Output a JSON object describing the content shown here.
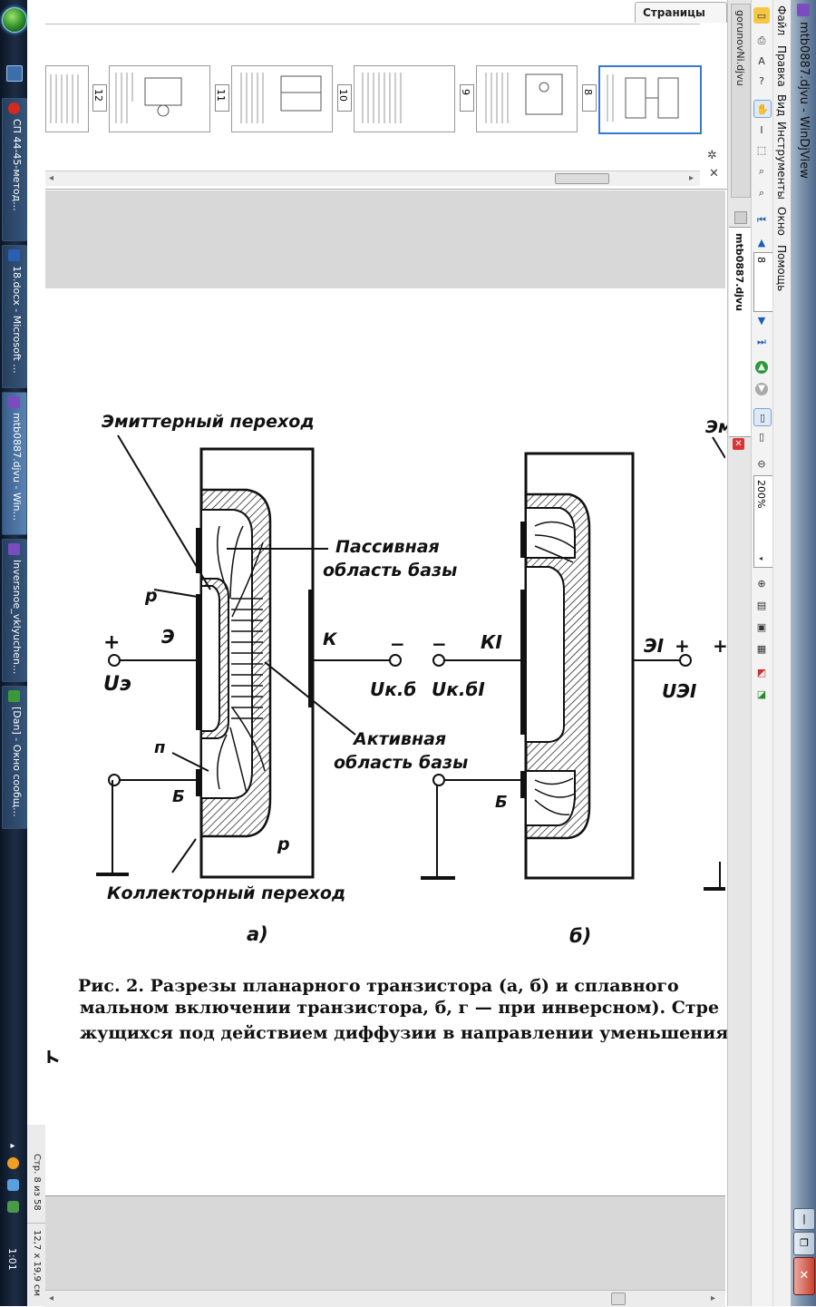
{
  "window": {
    "title": "mtb0887.djvu - WinDjView"
  },
  "taskbar": {
    "items": [
      {
        "label": "СП 44-45-метод...",
        "icon": "opera-icon",
        "color": "#d62a20"
      },
      {
        "label": "18.docx - Microsoft ...",
        "icon": "word-icon",
        "color": "#2b5fb4"
      },
      {
        "label": "mtb0887.djvu - Win...",
        "icon": "djview-icon",
        "color": "#7a4cc0"
      },
      {
        "label": "Inversnoe_vklyuchen...",
        "icon": "djview-icon",
        "color": "#7a4cc0"
      },
      {
        "label": "[Dan] - Окно сообщ...",
        "icon": "chat-icon",
        "color": "#3a9a3a"
      }
    ],
    "clock": "1:01"
  },
  "menu": [
    "Файл",
    "Правка",
    "Вид",
    "Инструменты",
    "Окно",
    "Помощь"
  ],
  "toolbar": {
    "page_number": "8",
    "zoom": "200%"
  },
  "tabs": [
    {
      "label": "gorunovNi.djvu"
    },
    {
      "label": "mtb0887.djvu"
    }
  ],
  "thumbnail_panel": {
    "title": "Страницы",
    "pages": [
      "12",
      "11",
      "10",
      "9",
      "8"
    ]
  },
  "status": {
    "page": "Стр. 8 из 58",
    "size": "12,7 x 19,9 см"
  },
  "document": {
    "labels": {
      "emitter_junction": "Эмиттерный переход",
      "passive_base_1": "Пассивная",
      "passive_base_2": "область базы",
      "p_top": "p",
      "e": "Э",
      "plus_1": "+",
      "u_e": "Uэ",
      "k": "К",
      "minus_1": "−",
      "u_kb": "Uк.б",
      "minus_2": "−",
      "u_kbi": "Uк.бI",
      "k_i": "КI",
      "e_i": "ЭI",
      "plus_2": "+",
      "u_ei": "UЭI",
      "active_base_1": "Активная",
      "active_base_2": "область базы",
      "n": "п",
      "b_1": "Б",
      "b_2": "Б",
      "p_bottom": "р",
      "collector_junction": "Коллекторный переход",
      "fig_a": "а)",
      "fig_b": "б)",
      "edge_top": "Эм",
      "edge_plus": "+"
    },
    "caption": [
      "Рис. 2. Разрезы планарного транзистора (а, б) и сплавного",
      "мальном включении транзистора, б, г — при инверсном). Стре",
      "жущихся под действием диффузии в направлении уменьшения"
    ]
  }
}
